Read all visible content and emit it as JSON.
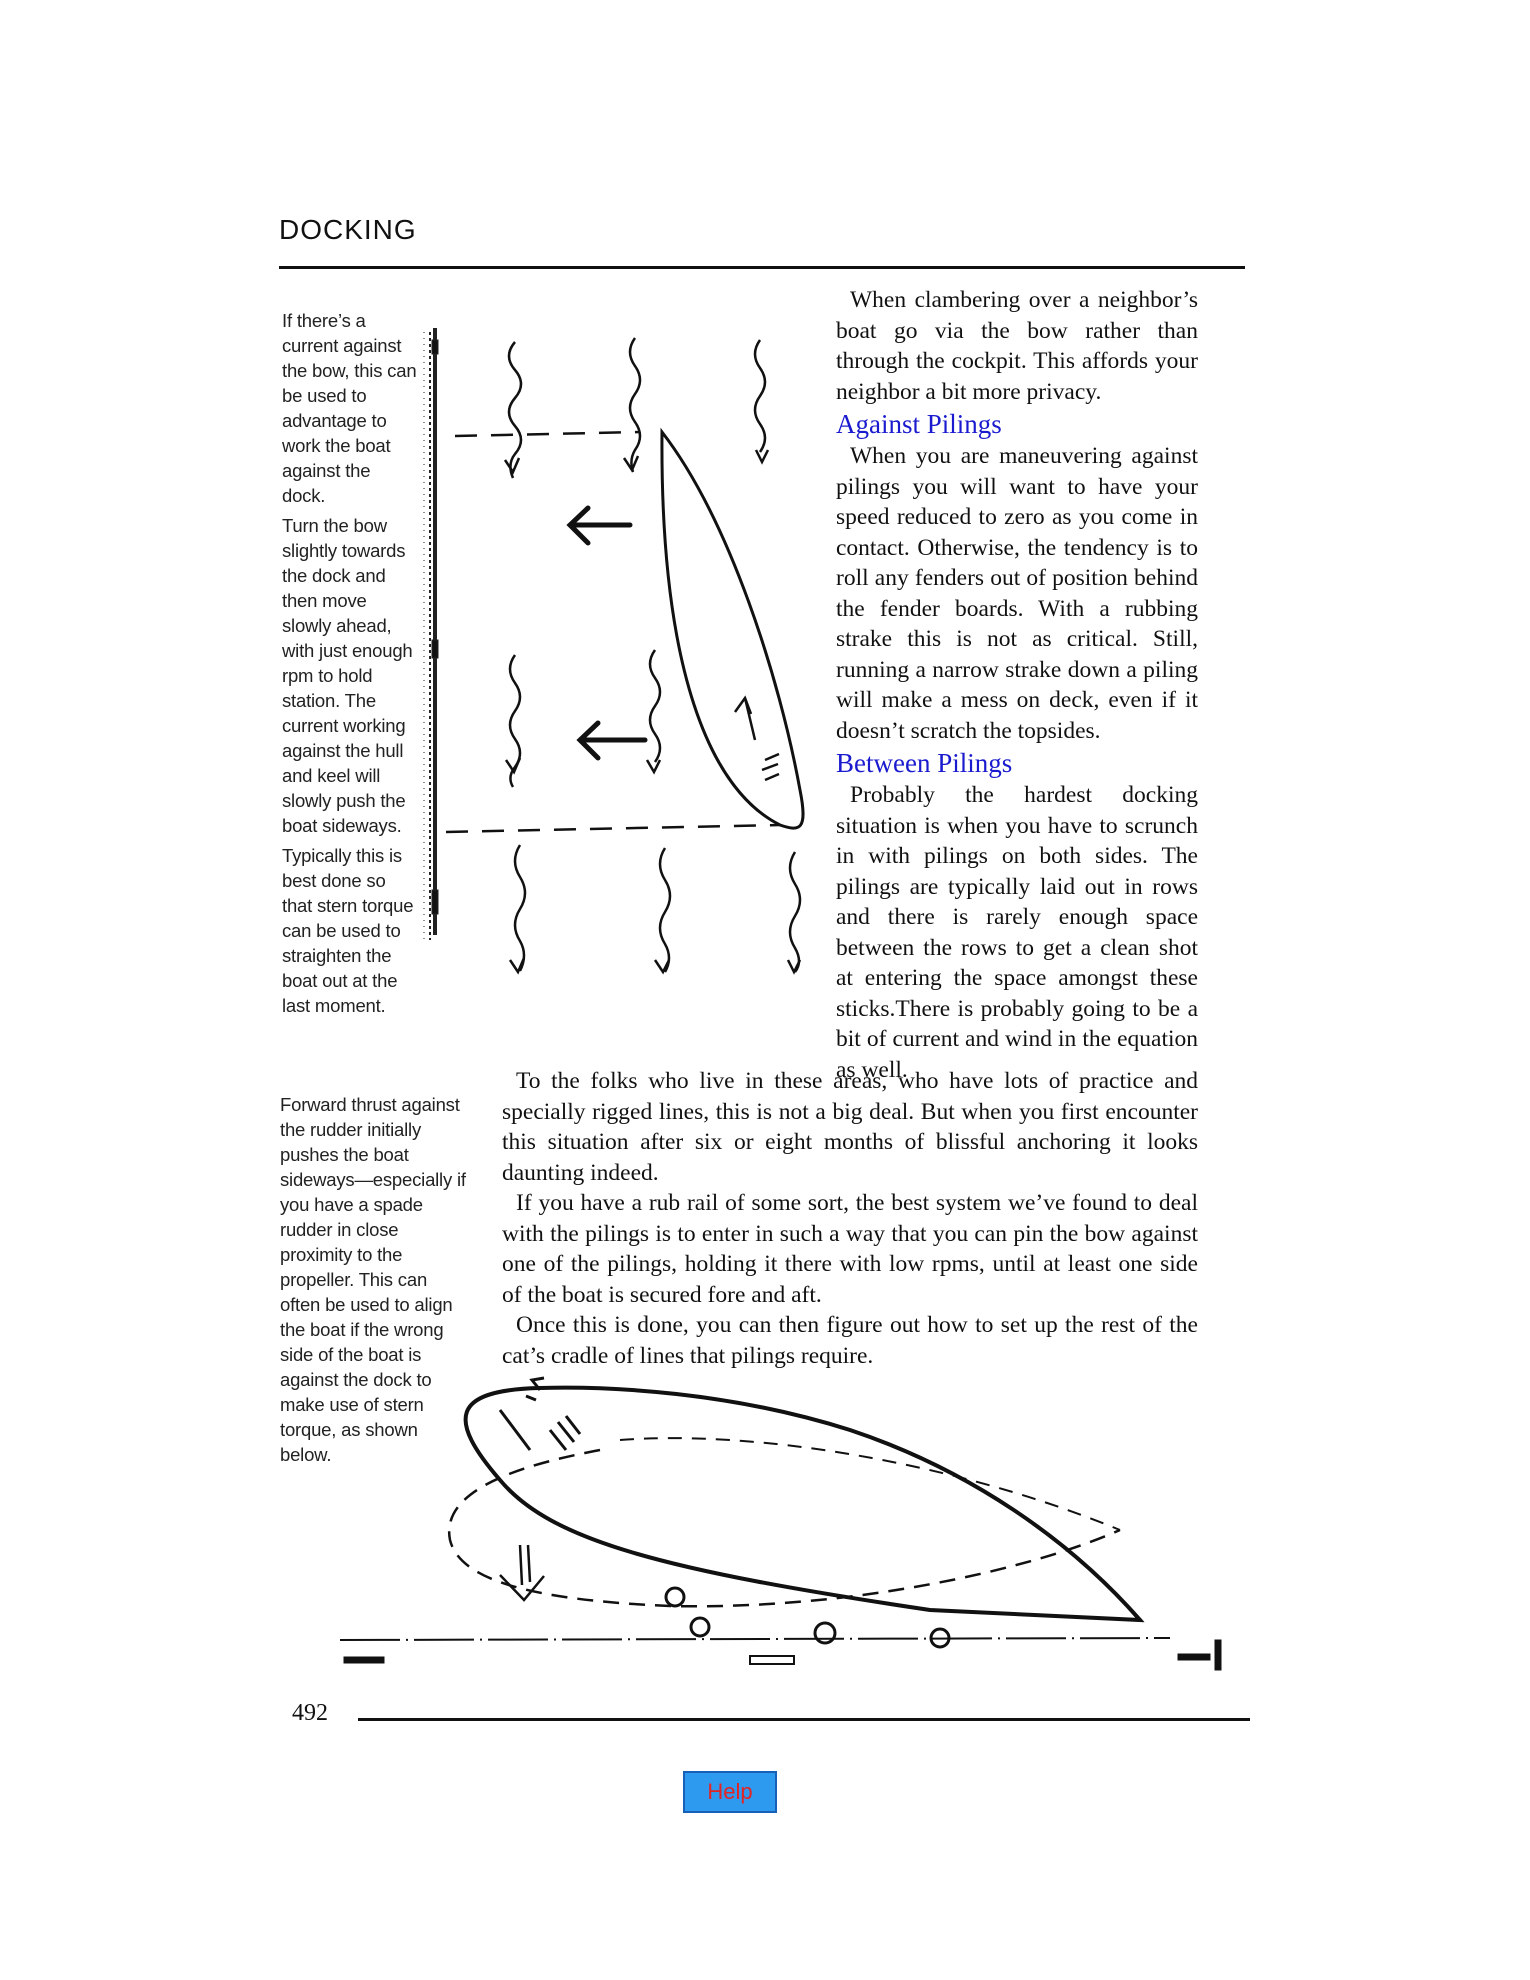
{
  "header": {
    "section_title": "DOCKING",
    "page_number": "492"
  },
  "sidebar_notes": {
    "note1": [
      "If there’s a current against the bow, this can be used to advantage to work the boat against the dock.",
      "Turn the bow slightly towards the dock and then move slowly ahead, with just enough rpm to hold station. The current working against the hull and keel will slowly push the boat sideways.",
      "Typically this is best done so that stern torque can be used to straighten the boat out at the last moment."
    ],
    "note2": "Forward thrust against the rudder initially pushes the boat sideways—especially if you have a spade rudder in close proximity to the propeller. This can often be used to align the boat if the wrong side of the boat is against the dock to make use of stern torque, as shown below."
  },
  "body": {
    "intro": "When clambering over a neighbor’s boat go via the bow rather than through the cockpit. This affords your neighbor a bit more privacy.",
    "against_pilings_heading": "Against Pilings",
    "against_pilings_text": "When you are maneuvering against pilings you will want to have your speed reduced to zero as you come in contact. Otherwise, the tendency is to roll any fenders out of position behind the fender boards. With a rubbing strake this is not as critical. Still, running a narrow strake down a piling will make a mess on deck, even if it doesn’t scratch the topsides.",
    "between_pilings_heading": "Between Pilings",
    "between_pilings_text": "Probably the hardest docking situation is when you have to scrunch in with pilings on both sides. The pilings are typically laid out in rows and there is rarely enough space between the rows to get a clean shot at entering the space amongst these sticks.There is probably going to be a bit of current and wind in the equation as well.",
    "para_folks": "To the folks who live in these areas, who have lots of practice and specially rigged lines, this is not a big deal. But when you first encounter this situation after six or eight months of blissful anchoring it looks daunting indeed.",
    "para_rub_rail": "If you have a rub rail of some sort, the best system we’ve found to deal with the pilings is to enter in such a way that you can pin the bow against one of the pilings, holding it there with low rpms, until at least one side of the boat is secured fore and aft.",
    "para_once": "Once this is done, you can then figure out how to set up the rest of the cat’s cradle of lines that pilings require."
  },
  "help_button": {
    "label": "Help"
  }
}
